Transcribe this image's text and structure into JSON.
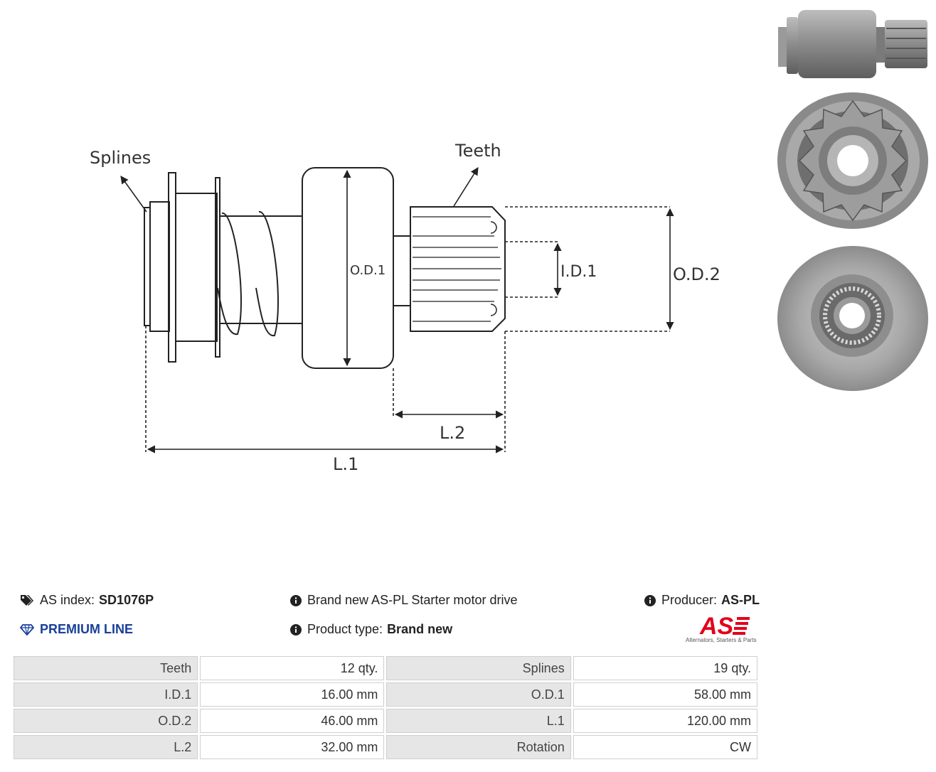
{
  "diagram": {
    "labels": {
      "splines": "Splines",
      "teeth": "Teeth",
      "od1": "O.D.1",
      "id1": "I.D.1",
      "od2": "O.D.2",
      "l2": "L.2",
      "l1": "L.1"
    }
  },
  "icons": {
    "tags": "tags-icon",
    "info": "info-icon",
    "diamond": "diamond-icon"
  },
  "colors": {
    "premium": "#1a3f9c",
    "logo_red": "#e3001b",
    "table_key_bg": "#e6e6e6"
  },
  "info": {
    "as_index_label": "AS index:",
    "as_index_value": "SD1076P",
    "premium_line": "PREMIUM LINE",
    "description": "Brand new AS-PL Starter motor drive",
    "product_type_label": "Product type:",
    "product_type_value": "Brand new",
    "producer_label": "Producer:",
    "producer_value": "AS-PL"
  },
  "logo": {
    "text": "AS",
    "tagline": "Alternators, Starters & Parts"
  },
  "specs": [
    [
      {
        "k": "Teeth",
        "v": "12 qty."
      },
      {
        "k": "Splines",
        "v": "19 qty."
      }
    ],
    [
      {
        "k": "I.D.1",
        "v": "16.00 mm"
      },
      {
        "k": "O.D.1",
        "v": "58.00 mm"
      }
    ],
    [
      {
        "k": "O.D.2",
        "v": "46.00 mm"
      },
      {
        "k": "L.1",
        "v": "120.00 mm"
      }
    ],
    [
      {
        "k": "L.2",
        "v": "32.00 mm"
      },
      {
        "k": "Rotation",
        "v": "CW"
      }
    ]
  ]
}
